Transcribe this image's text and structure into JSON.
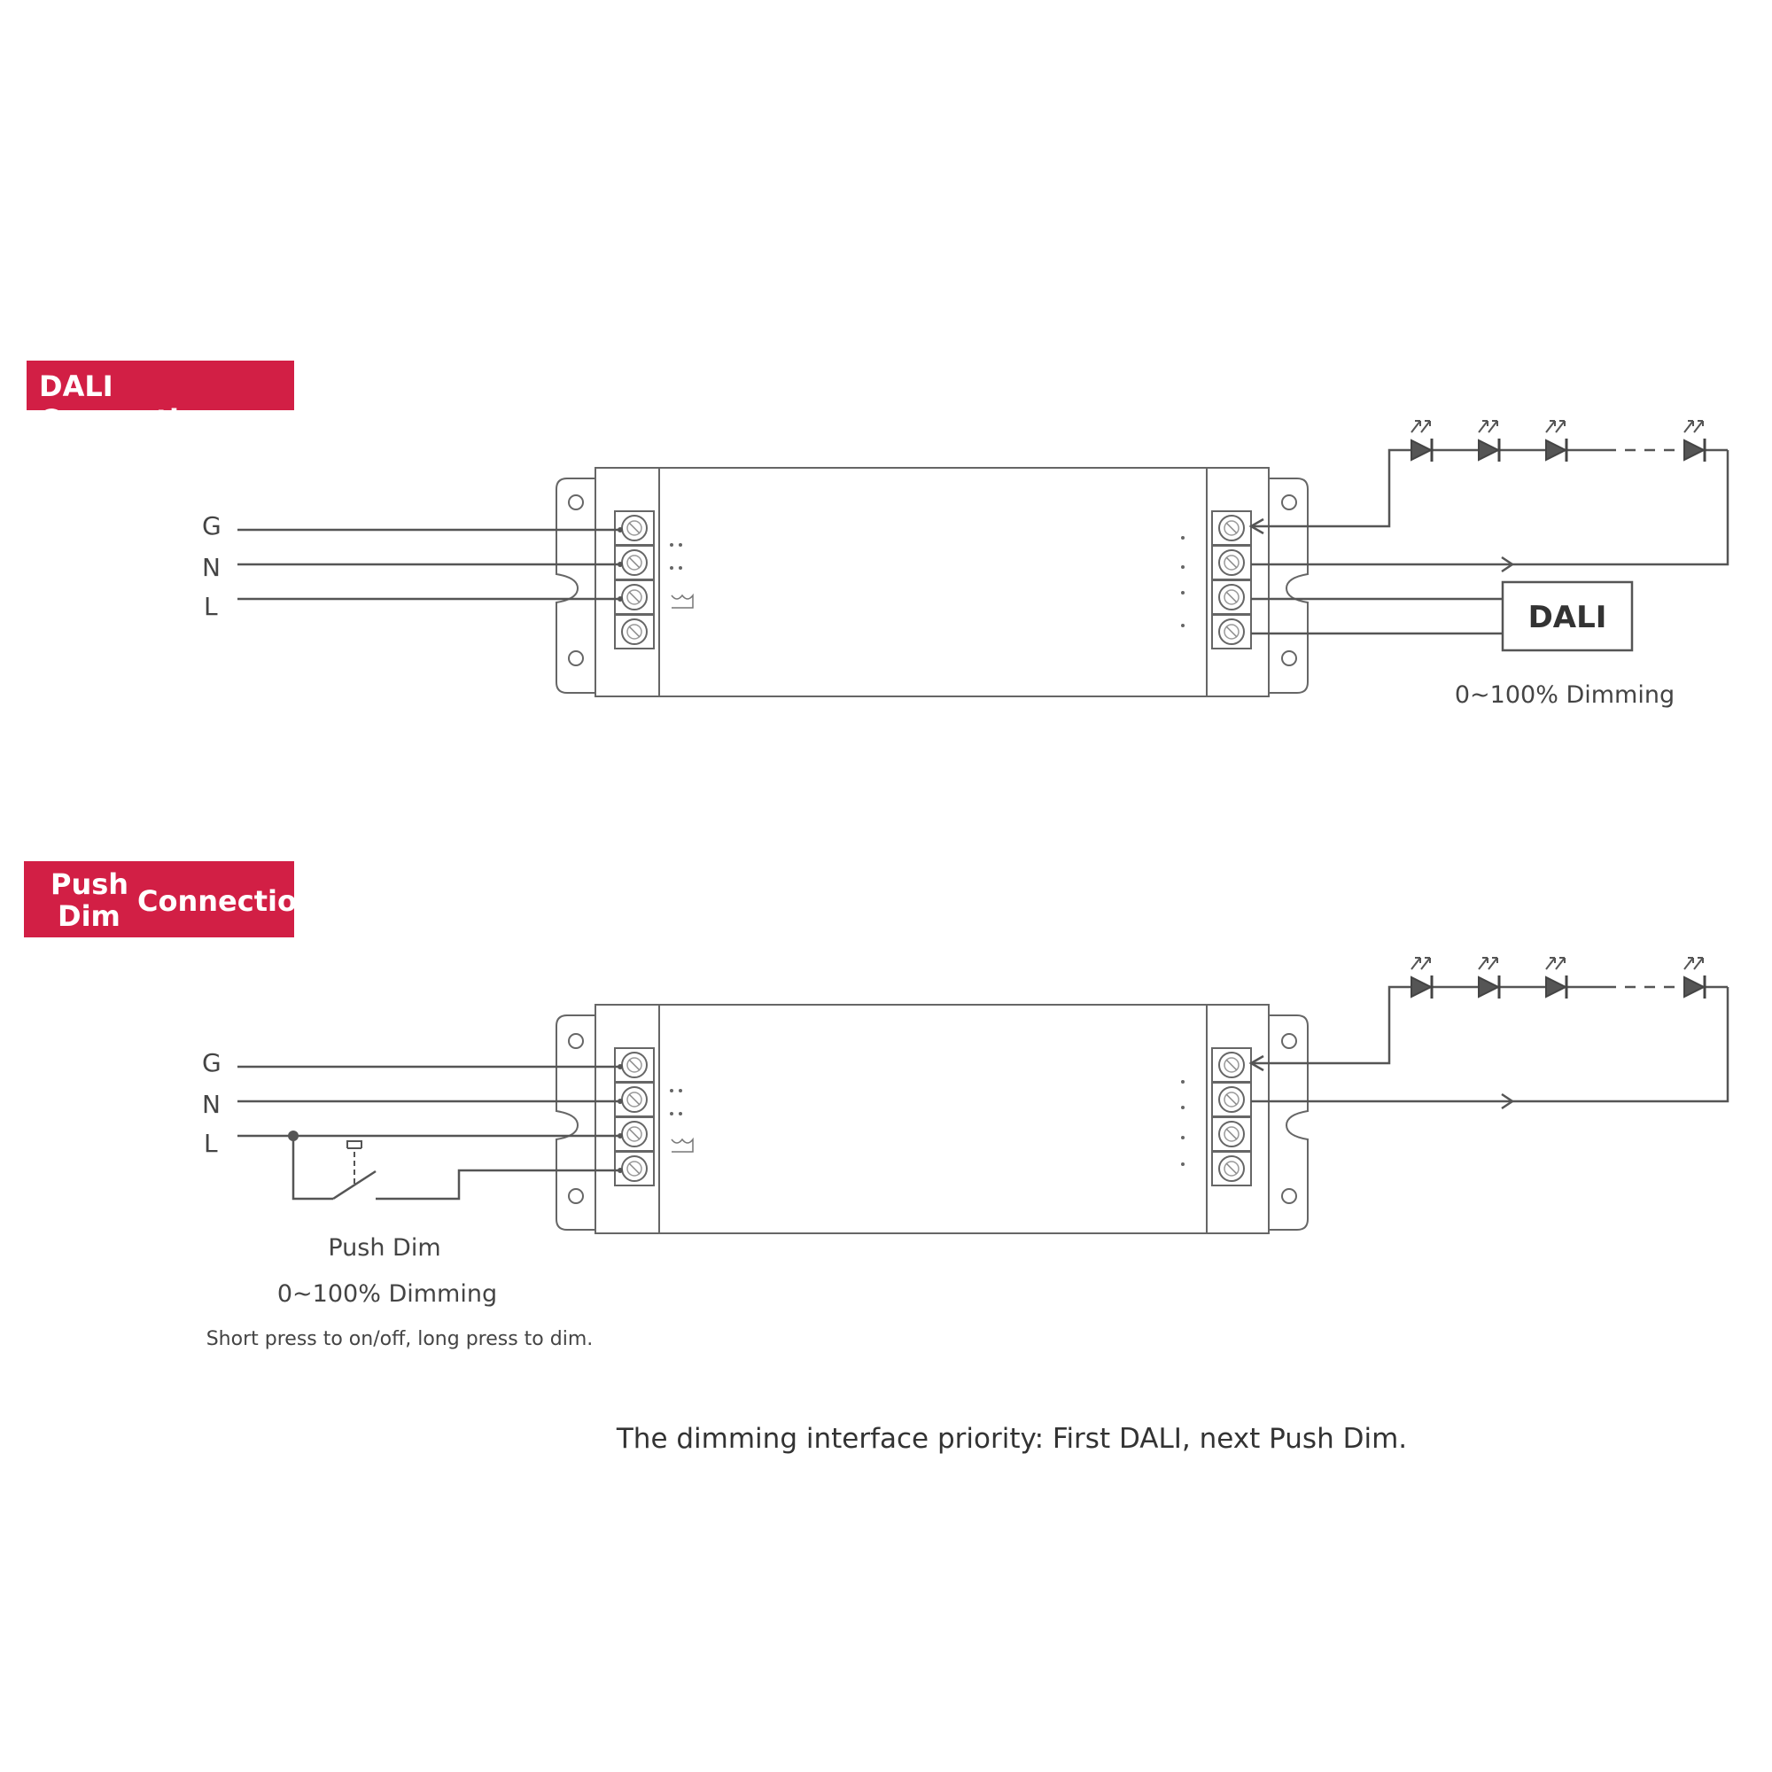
{
  "sections": {
    "dali": {
      "title": "DALI Connection",
      "inputs": [
        "G",
        "N",
        "L"
      ],
      "controller_label": "DALI",
      "dimming_label": "0~100% Dimming"
    },
    "push": {
      "title_line1": "Push",
      "title_line2": "Dim",
      "title_word": "Connection",
      "inputs": [
        "G",
        "N",
        "L"
      ],
      "switch_label": "Push Dim",
      "dimming_label": "0~100% Dimming",
      "instruction": "Short press to on/off, long press to dim."
    }
  },
  "footer": {
    "priority_note": "The dimming interface priority: First DALI, next Push Dim."
  },
  "colors": {
    "badge": "#d21f45",
    "line": "#555555",
    "text": "#444444"
  }
}
